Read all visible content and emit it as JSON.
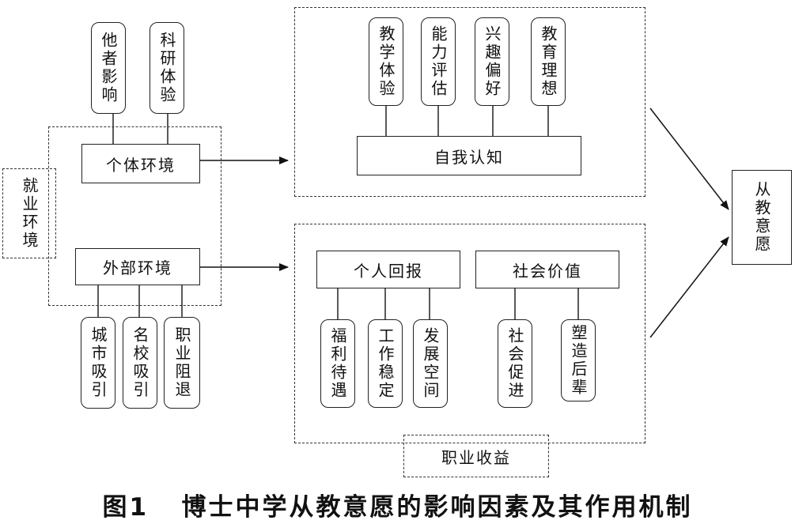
{
  "diagram": {
    "outer_groups": {
      "employment_env": "就业环境",
      "career_benefit": "职业收益"
    },
    "individual_env": {
      "label": "个体环境",
      "factors": [
        "他者影响",
        "科研体验"
      ]
    },
    "external_env": {
      "label": "外部环境",
      "factors": [
        "城市吸引",
        "名校吸引",
        "职业阻退"
      ]
    },
    "self_cognition": {
      "label": "自我认知",
      "factors": [
        "教学体验",
        "能力评估",
        "兴趣偏好",
        "教育理想"
      ]
    },
    "personal_return": {
      "label": "个人回报",
      "factors": [
        "福利待遇",
        "工作稳定",
        "发展空间"
      ]
    },
    "social_value": {
      "label": "社会价值",
      "factors": [
        "社会促进",
        "塑造后辈"
      ]
    },
    "outcome": "从教意愿",
    "caption": "图1   博士中学从教意愿的影响因素及其作用机制"
  }
}
